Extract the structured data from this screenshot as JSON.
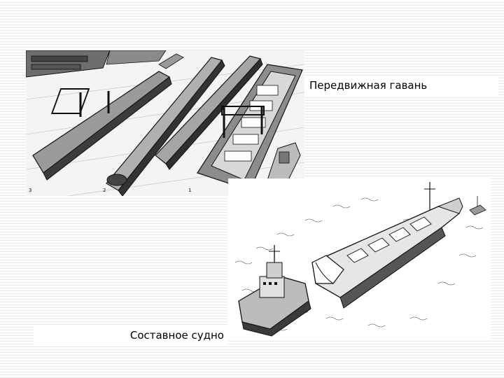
{
  "slide": {
    "captions": {
      "harbor": "Передвижная гавань",
      "ship": "Составное судно"
    },
    "harbor_labels": {
      "left": "3",
      "middle": "2",
      "right": "1"
    }
  }
}
